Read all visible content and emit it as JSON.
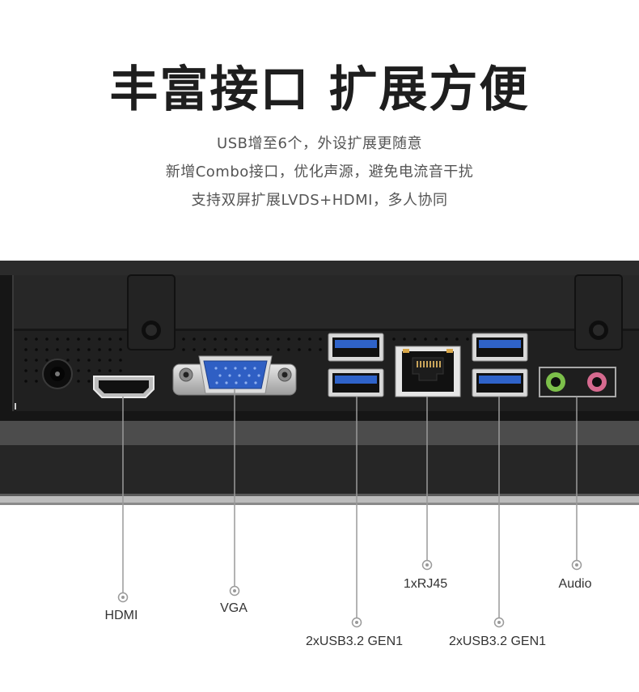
{
  "header": {
    "title": "丰富接口 扩展方便",
    "lines": [
      "USB增至6个，外设扩展更随意",
      "新增Combo接口，优化声源，避免电流音干扰",
      "支持双屏扩展LVDS+HDMI，多人协同"
    ]
  },
  "ports": {
    "hdmi": "HDMI",
    "vga": "VGA",
    "usb_left": "2xUSB3.2 GEN1",
    "rj45": "1xRJ45",
    "usb_right": "2xUSB3.2 GEN1",
    "audio": "Audio"
  },
  "colors": {
    "chassis": "#1c1c1c",
    "vga_blue": "#2f5fc4",
    "usb_blue": "#2f63c9",
    "audio_green": "#7cbf4a",
    "audio_pink": "#d66a8f",
    "leader_line": "#9a9a9a"
  }
}
